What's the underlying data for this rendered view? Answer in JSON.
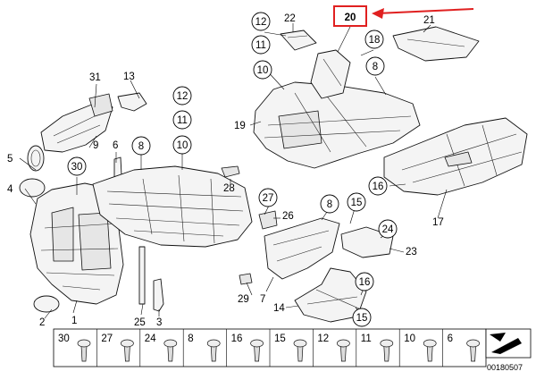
{
  "callouts": {
    "p1": "1",
    "p2": "2",
    "p3": "3",
    "p4": "4",
    "p5": "5",
    "p6": "6",
    "p7": "7",
    "p8a": "8",
    "p8b": "8",
    "p8c": "8",
    "p9": "9",
    "p10a": "10",
    "p10b": "10",
    "p11a": "11",
    "p11b": "11",
    "p12a": "12",
    "p12b": "12",
    "p13": "13",
    "p14": "14",
    "p15a": "15",
    "p15b": "15",
    "p16a": "16",
    "p16b": "16",
    "p17": "17",
    "p18": "18",
    "p19": "19",
    "p20": "20",
    "p21": "21",
    "p22": "22",
    "p23": "23",
    "p24": "24",
    "p25": "25",
    "p26": "26",
    "p27": "27",
    "p28": "28",
    "p29": "29",
    "p30": "30",
    "p31": "31"
  },
  "fastener_legend": [
    "30",
    "27",
    "24",
    "8",
    "16",
    "15",
    "12",
    "11",
    "10",
    "6"
  ],
  "diagram_code": "00180507",
  "highlight": {
    "part": "20",
    "color": "#e02020"
  }
}
